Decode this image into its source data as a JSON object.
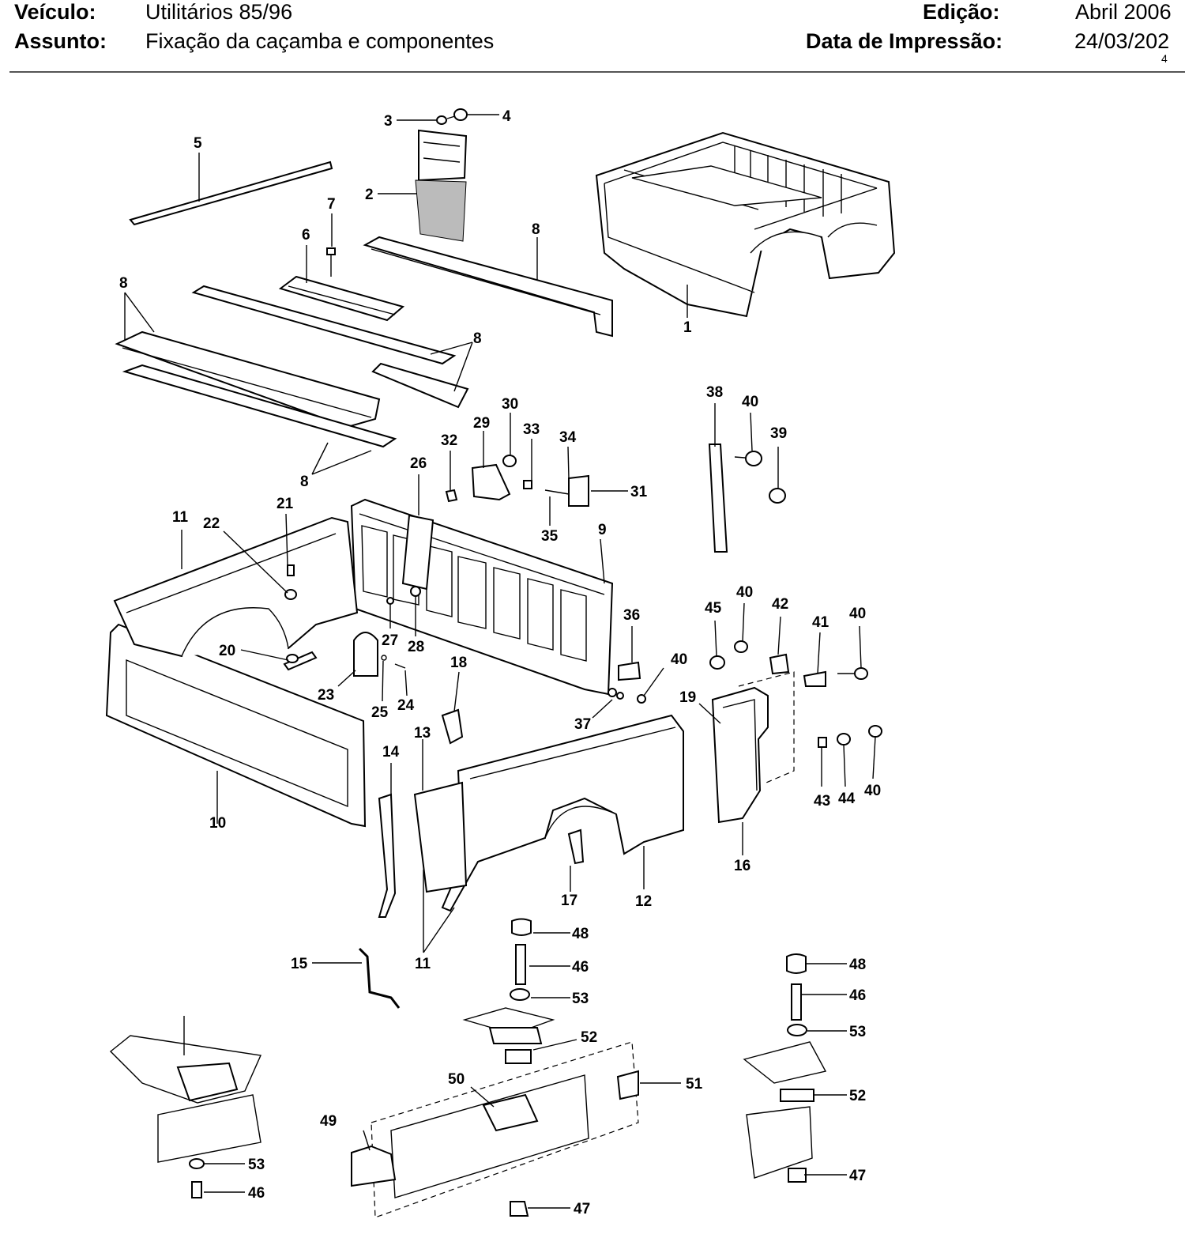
{
  "header": {
    "vehicle_label": "Veículo:",
    "vehicle_value": "Utilitários 85/96",
    "subject_label": "Assunto:",
    "subject_value": "Fixação da caçamba e componentes",
    "edition_label": "Edição:",
    "edition_value": "Abril 2006",
    "print_date_label": "Data de Impressão:",
    "print_date_value": "24/03/202",
    "print_date_overflow": "4"
  },
  "callouts": [
    "1",
    "2",
    "3",
    "4",
    "5",
    "6",
    "7",
    "8",
    "8",
    "8",
    "8",
    "8",
    "9",
    "10",
    "11",
    "11",
    "12",
    "13",
    "14",
    "15",
    "16",
    "17",
    "18",
    "19",
    "20",
    "21",
    "22",
    "23",
    "24",
    "25",
    "26",
    "27",
    "28",
    "29",
    "30",
    "31",
    "32",
    "33",
    "34",
    "35",
    "36",
    "37",
    "38",
    "39",
    "40",
    "40",
    "40",
    "40",
    "40",
    "40",
    "41",
    "42",
    "43",
    "44",
    "45",
    "46",
    "46",
    "46",
    "47",
    "47",
    "48",
    "48",
    "49",
    "50",
    "51",
    "52",
    "52",
    "53",
    "53",
    "53"
  ]
}
